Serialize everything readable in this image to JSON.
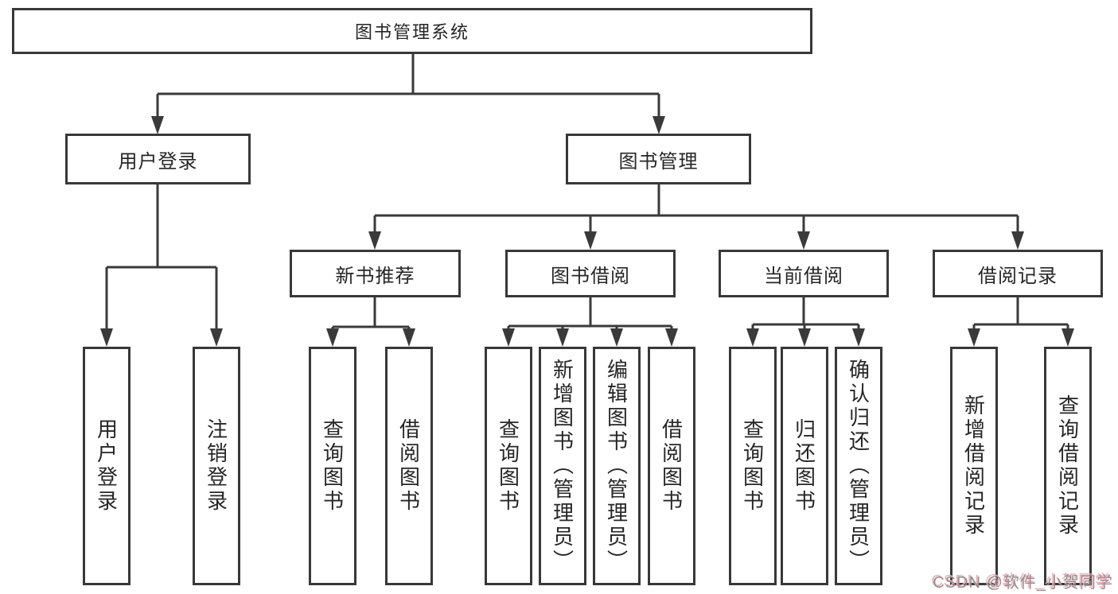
{
  "diagram": {
    "root": "图书管理系统",
    "level2": [
      {
        "label": "用户登录",
        "leaves": [
          "用户登录",
          "注销登录"
        ]
      },
      {
        "label": "图书管理",
        "groups": [
          {
            "label": "新书推荐",
            "leaves": [
              "查询图书",
              "借阅图书"
            ]
          },
          {
            "label": "图书借阅",
            "leaves": [
              "查询图书",
              "新增图书（管理员）",
              "编辑图书（管理员）",
              "借阅图书"
            ]
          },
          {
            "label": "当前借阅",
            "leaves": [
              "查询图书",
              "归还图书",
              "确认归还（管理员）"
            ]
          },
          {
            "label": "借阅记录",
            "leaves": [
              "新增借阅记录",
              "查询借阅记录"
            ]
          }
        ]
      }
    ]
  },
  "watermark": "CSDN @软件_小贺同学",
  "colors": {
    "background": "#ffffff",
    "line": "#3a3a3a",
    "box_border": "#383838",
    "box_fill": "#ffffff",
    "text": "#262626",
    "watermark_text": "#8f8f8f",
    "watermark_shadow": "#f3aab3"
  }
}
